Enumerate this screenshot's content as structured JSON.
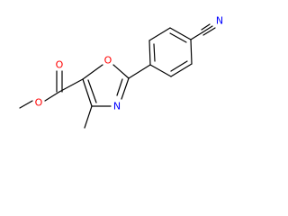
{
  "diagram": {
    "type": "chemical-structure",
    "atom_labels": {
      "ester_carbonyl_oxygen": "O",
      "ester_ether_oxygen": "O",
      "ring_oxygen": "O",
      "ring_nitrogen": "N",
      "nitrile_nitrogen": "N"
    },
    "colors": {
      "oxygen": "#ff0000",
      "nitrogen": "#0000ff",
      "bond": "#000000",
      "background": "#ffffff"
    }
  }
}
